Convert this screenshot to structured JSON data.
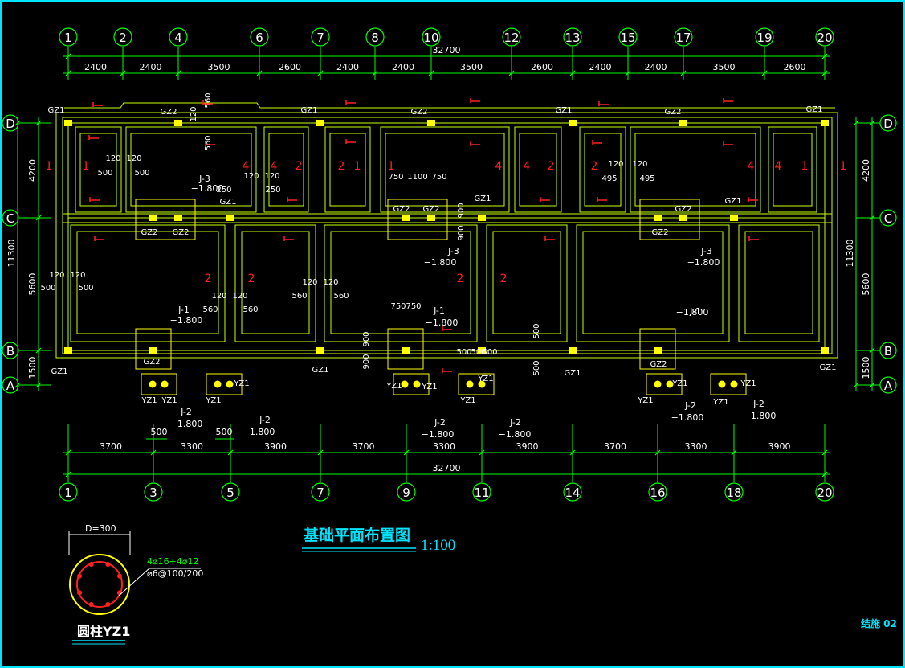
{
  "top_axes": [
    "1",
    "2",
    "4",
    "6",
    "7",
    "8",
    "10",
    "12",
    "13",
    "15",
    "17",
    "19",
    "20"
  ],
  "bottom_axes": [
    "1",
    "3",
    "5",
    "7",
    "9",
    "11",
    "14",
    "16",
    "18",
    "20"
  ],
  "row_axes": [
    "D",
    "C",
    "B",
    "A"
  ],
  "dims": {
    "overall_top": "32700",
    "top_spans": [
      "2400",
      "2400",
      "3500",
      "2600",
      "2400",
      "2400",
      "3500",
      "2600",
      "2400",
      "2400",
      "3500",
      "2600"
    ],
    "overall_bottom": "32700",
    "bottom_spans": [
      "3700",
      "3300",
      "3900",
      "3700",
      "3300",
      "3900",
      "3700",
      "3300",
      "3900"
    ],
    "bottom_small": [
      "500",
      "500"
    ],
    "left_outer": "11300",
    "left_segments": [
      "4200",
      "5600",
      "1500"
    ],
    "right_outer": "11300",
    "right_segments": [
      "4200",
      "5600",
      "1500"
    ]
  },
  "labels": {
    "gz1": "GZ1",
    "gz2": "GZ2",
    "yz1": "YZ1",
    "j1": "J-1",
    "j2": "J-2",
    "j3": "J-3",
    "elev": "−1.800",
    "n1": "1",
    "n2": "2",
    "n4": "4",
    "d120": "120",
    "d120b": "120",
    "d500": "500",
    "d560": "560",
    "d250": "250",
    "d495": "495",
    "d750": "750",
    "d1100": "1100",
    "d900": "900"
  },
  "title": "基础平面布置图",
  "scale": "1:100",
  "column_detail": {
    "title": "圆柱YZ1",
    "diameter": "D=300",
    "rebar_main": "4⌀16+4⌀12",
    "rebar_stirrup": "⌀6@100/200"
  },
  "sheet_no": "结施 02",
  "colors": {
    "frame": "#00e5ff",
    "axis": "#00ff00",
    "wall": "#c8ff00",
    "column": "#ffff00",
    "text": "#ffffff",
    "mark": "#ff2020",
    "title": "#00e5ff"
  }
}
